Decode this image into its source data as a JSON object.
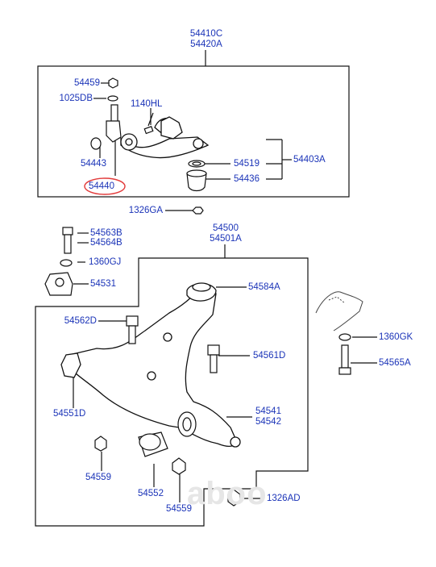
{
  "diagram": {
    "labels": {
      "l54410C": "54410C",
      "l54420A": "54420A",
      "l54459": "54459",
      "l1025DB": "1025DB",
      "l1140HL": "1140HL",
      "l54403A": "54403A",
      "l54519": "54519",
      "l54436": "54436",
      "l54443": "54443",
      "l54440": "54440",
      "l1326GA": "1326GA",
      "l54563B": "54563B",
      "l54564B": "54564B",
      "l1360GJ": "1360GJ",
      "l54531": "54531",
      "l54500": "54500",
      "l54501A": "54501A",
      "l54584A": "54584A",
      "l54562D": "54562D",
      "l54561D": "54561D",
      "l54551D": "54551D",
      "l54541": "54541",
      "l54542": "54542",
      "l54559a": "54559",
      "l54552": "54552",
      "l54559b": "54559",
      "l1326AD": "1326AD",
      "l1360GK": "1360GK",
      "l54565A": "54565A"
    },
    "highlight": {
      "part": "54440",
      "color": "#e23b3b"
    },
    "colors": {
      "label": "#1b34b8",
      "line": "#111111"
    },
    "watermark": "aboo"
  }
}
